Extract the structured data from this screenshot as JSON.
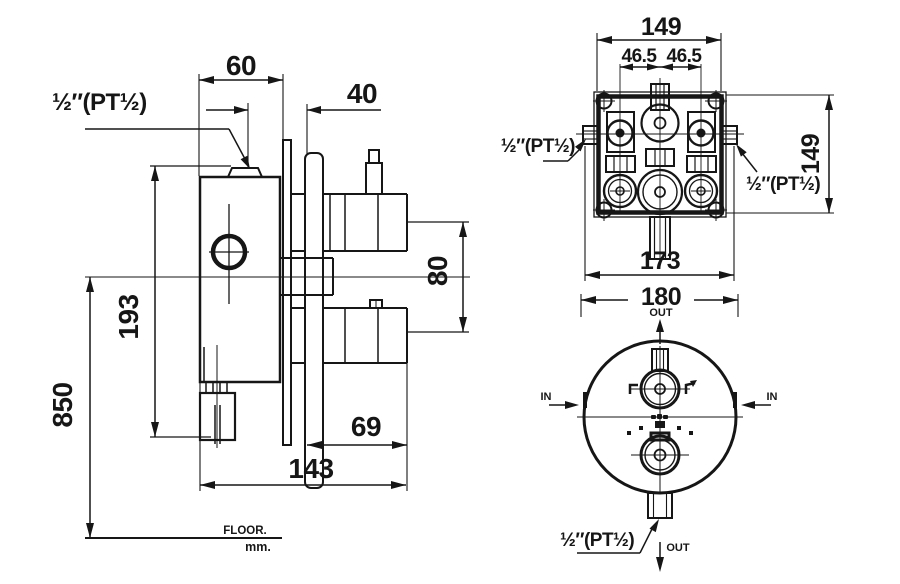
{
  "side_view": {
    "dim_60": "60",
    "dim_40": "40",
    "dim_193": "193",
    "dim_850": "850",
    "dim_80": "80",
    "dim_69": "69",
    "dim_143": "143",
    "port_label": "½″(PT½)",
    "floor_label": "FLOOR.",
    "units_label": "mm."
  },
  "front_view": {
    "dim_width_149": "149",
    "dim_offset_left": "46.5",
    "dim_offset_right": "46.5",
    "dim_height_149": "149",
    "dim_173": "173",
    "port_label_left": "½″(PT½)",
    "port_label_right": "½″(PT½)"
  },
  "face_view": {
    "dim_180": "180",
    "out_top": "OUT",
    "out_bottom": "OUT",
    "in_left": "IN",
    "in_right": "IN",
    "port_label": "½″(PT½)"
  }
}
